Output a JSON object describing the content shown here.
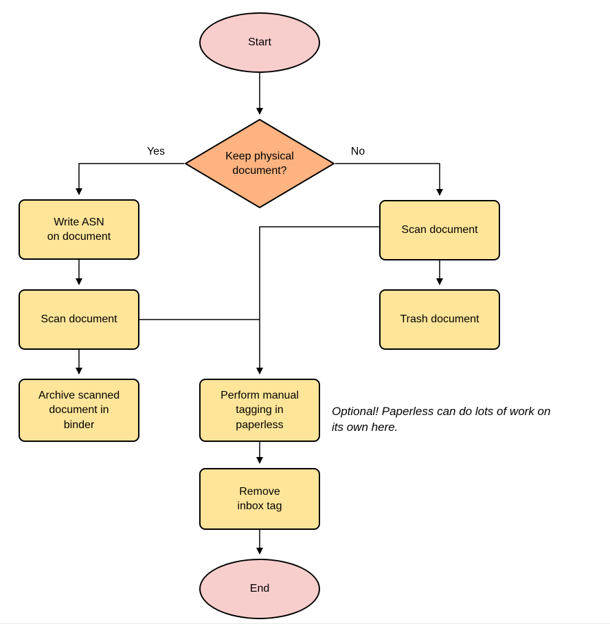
{
  "diagram": {
    "nodes": {
      "start": {
        "label": "Start"
      },
      "decision": {
        "label": [
          "Keep physical",
          "document?"
        ]
      },
      "write_asn": {
        "label": [
          "Write ASN",
          "on document"
        ]
      },
      "scan_left": {
        "label": "Scan document"
      },
      "archive": {
        "label": [
          "Archive scanned",
          "document in",
          "binder"
        ]
      },
      "scan_right": {
        "label": "Scan document"
      },
      "trash": {
        "label": "Trash document"
      },
      "tagging": {
        "label": [
          "Perform manual",
          "tagging in",
          "paperless"
        ]
      },
      "remove_inbox": {
        "label": [
          "Remove",
          "inbox tag"
        ]
      },
      "end": {
        "label": "End"
      }
    },
    "edge_labels": {
      "yes": "Yes",
      "no": "No"
    },
    "note": [
      "Optional! Paperless can do lots of work on",
      "its own here."
    ],
    "colors": {
      "terminal_fill": "#f8cecc",
      "decision_fill": "#ffb380",
      "process_fill": "#ffe599",
      "stroke": "#000000"
    }
  }
}
